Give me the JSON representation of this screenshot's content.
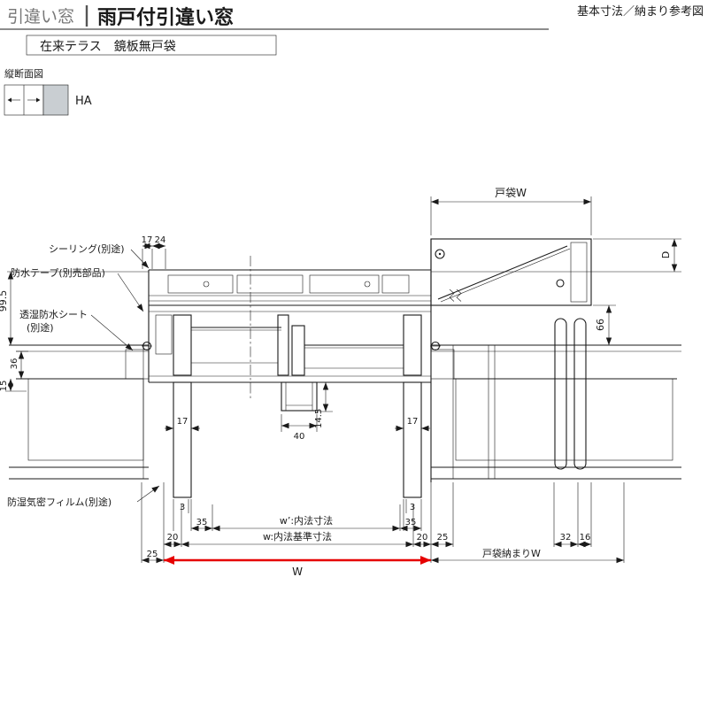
{
  "header": {
    "category": "引違い窓",
    "title": "雨戸付引違い窓",
    "ref_note": "基本寸法／納まり参考図",
    "variant": "在来テラス　鏡板無戸袋",
    "view_label": "縦断面図",
    "type_code": "HA"
  },
  "callouts": {
    "sealing": "シーリング(別途)",
    "waterproof_tape": "防水テープ(別売部品)",
    "breathable_sheet_line1": "透湿防水シート",
    "breathable_sheet_line2": "(別途)",
    "vapor_film": "防湿気密フィルム(別途)"
  },
  "dims": {
    "top_left_a": "17",
    "top_left_b": "24",
    "left_height": "99.5",
    "left_mid": "36",
    "left_low": "15",
    "shutter_box_width": "戸袋W",
    "right_depth": "D",
    "right_offset": "66",
    "post_left": "17",
    "drain_width": "40",
    "drain_height": "14.5",
    "post_right": "17",
    "edge_left": "3",
    "edge_right": "3",
    "off35_left": "35",
    "inner_width_label": "w’:内法寸法",
    "off35_right": "35",
    "off20_left": "20",
    "base_width_label": "w:内法基準寸法",
    "off20_right": "20",
    "off25_right": "25",
    "right_a": "32",
    "right_b": "16",
    "off25_left": "25",
    "overall_width": "W",
    "shutter_fit_label": "戸袋納まりW"
  },
  "colors": {
    "line": "#1a1a1a",
    "accent_red": "#e60000",
    "muted_text": "#777777",
    "legend_panel_gray": "#c9ced2"
  }
}
